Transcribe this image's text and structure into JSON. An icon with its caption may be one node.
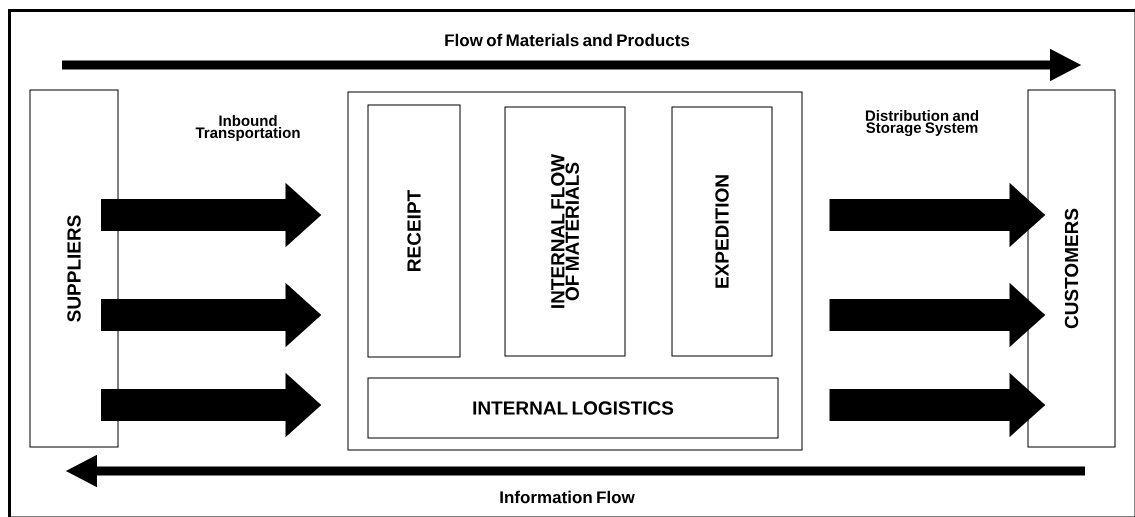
{
  "diagram": {
    "nodes": [
      {
        "text": [
          "SUPPLIERS"
        ]
      },
      {
        "text": [],
        "shape": "box"
      },
      {
        "text": [
          "RECEIPT"
        ],
        "in": 1
      },
      {
        "text": [
          "INTERNAL FLOW OF MATERIALS"
        ],
        "in": 1
      },
      {
        "text": [
          "EXPEDITION"
        ],
        "in": 1
      },
      {
        "text": [
          "INTERNAL LOGISTICS"
        ],
        "in": 1
      },
      {
        "text": [
          "CUSTOMERS"
        ]
      }
    ],
    "edges": [
      {
        "from": 0,
        "to": 1,
        "arrow": "to"
      },
      {
        "from": 0,
        "to": 1,
        "arrow": "to"
      },
      {
        "from": 0,
        "to": 1,
        "arrow": "to"
      },
      {
        "from": 1,
        "to": 6,
        "arrow": "to"
      },
      {
        "from": 1,
        "to": 6,
        "arrow": "to"
      },
      {
        "from": 1,
        "to": 6,
        "arrow": "to"
      }
    ],
    "labels": [
      "Flow of Materials and Products",
      "Inbound Transportation",
      "Distribution and Storage System",
      "Information Flow"
    ]
  }
}
